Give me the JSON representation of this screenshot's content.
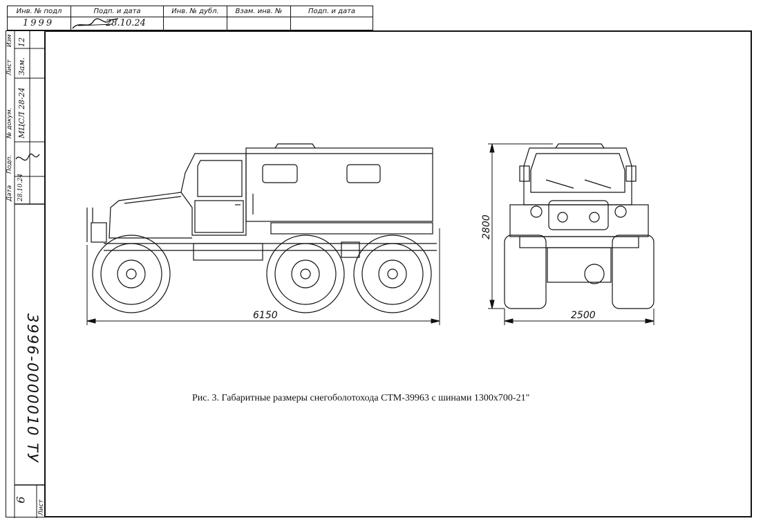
{
  "stamp_top": {
    "headers": [
      "Инв. № подл",
      "Подп. и дата",
      "Инв. № дубл.",
      "Взам. инв. №",
      "Подп. и дата"
    ],
    "inv_number": "1999",
    "sign_date": "28.10.24"
  },
  "side_column": {
    "labels": [
      "Изм",
      "Лист",
      "№ докум.",
      "Подп.",
      "Дата"
    ],
    "values": [
      "12",
      "Зам.",
      "МЦСЛ 28-24",
      "",
      "28.10.24"
    ]
  },
  "document_number": "3996-0000010 ТУ",
  "sheet_label": "Лист",
  "sheet_number": "6",
  "caption": "Рис. 3. Габаритные размеры снегоболотохода СТМ-39963  с шинами 1300х700-21\"",
  "dimensions": {
    "side_length": "6150",
    "front_width": "2500",
    "height": "2800"
  }
}
